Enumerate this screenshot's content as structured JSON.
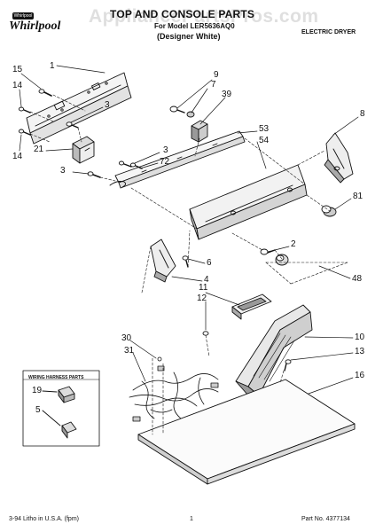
{
  "header": {
    "brand": "Whirlpool",
    "brand_badge": "Whirlpool",
    "title": "TOP AND CONSOLE PARTS",
    "model_line": "For Model LER5636AQ0",
    "variant": "(Designer White)",
    "product_type": "ELECTRIC DRYER",
    "watermark": "AppliancePartsPros.com"
  },
  "callouts": [
    {
      "id": "c1",
      "text": "1"
    },
    {
      "id": "c15",
      "text": "15"
    },
    {
      "id": "c14a",
      "text": "14"
    },
    {
      "id": "c3a",
      "text": "3"
    },
    {
      "id": "c14b",
      "text": "14"
    },
    {
      "id": "c21",
      "text": "21"
    },
    {
      "id": "c9",
      "text": "9"
    },
    {
      "id": "c7",
      "text": "7"
    },
    {
      "id": "c39",
      "text": "39"
    },
    {
      "id": "c8",
      "text": "8"
    },
    {
      "id": "c53",
      "text": "53"
    },
    {
      "id": "c54",
      "text": "54"
    },
    {
      "id": "c3b",
      "text": "3"
    },
    {
      "id": "c72",
      "text": "72"
    },
    {
      "id": "c3c",
      "text": "3"
    },
    {
      "id": "c81",
      "text": "81"
    },
    {
      "id": "c2",
      "text": "2"
    },
    {
      "id": "c6",
      "text": "6"
    },
    {
      "id": "c48",
      "text": "48"
    },
    {
      "id": "c4",
      "text": "4"
    },
    {
      "id": "c11",
      "text": "11"
    },
    {
      "id": "c12",
      "text": "12"
    },
    {
      "id": "c10",
      "text": "10"
    },
    {
      "id": "c30",
      "text": "30"
    },
    {
      "id": "c31",
      "text": "31"
    },
    {
      "id": "c13",
      "text": "13"
    },
    {
      "id": "c16",
      "text": "16"
    },
    {
      "id": "c19",
      "text": "19"
    },
    {
      "id": "c5",
      "text": "5"
    }
  ],
  "wiring_harness": {
    "title": "WIRING HARNESS PARTS"
  },
  "footer": {
    "left": "3-94 Litho in U.S.A. (fpm)",
    "page": "1",
    "part_no": "Part No. 4377134"
  }
}
